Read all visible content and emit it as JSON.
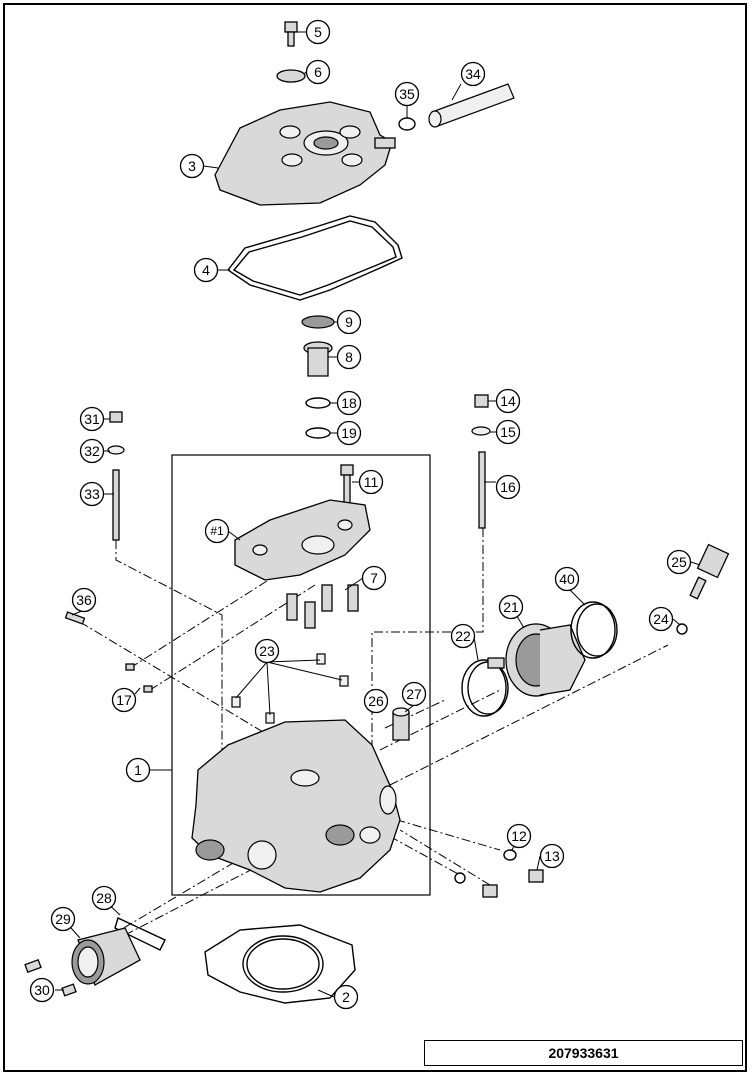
{
  "drawing_number": "207933631",
  "callouts": [
    {
      "id": "c1",
      "label": "1"
    },
    {
      "id": "c2",
      "label": "2"
    },
    {
      "id": "c3",
      "label": "3"
    },
    {
      "id": "c4",
      "label": "4"
    },
    {
      "id": "c5",
      "label": "5"
    },
    {
      "id": "c6",
      "label": "6"
    },
    {
      "id": "c7",
      "label": "7"
    },
    {
      "id": "c8",
      "label": "8"
    },
    {
      "id": "c9",
      "label": "9"
    },
    {
      "id": "c11",
      "label": "11"
    },
    {
      "id": "c12",
      "label": "12"
    },
    {
      "id": "c13",
      "label": "13"
    },
    {
      "id": "c14",
      "label": "14"
    },
    {
      "id": "c15",
      "label": "15"
    },
    {
      "id": "c16",
      "label": "16"
    },
    {
      "id": "c17",
      "label": "17"
    },
    {
      "id": "c18",
      "label": "18"
    },
    {
      "id": "c19",
      "label": "19"
    },
    {
      "id": "c21",
      "label": "21"
    },
    {
      "id": "c22",
      "label": "22"
    },
    {
      "id": "c23",
      "label": "23"
    },
    {
      "id": "c24",
      "label": "24"
    },
    {
      "id": "c25",
      "label": "25"
    },
    {
      "id": "c26",
      "label": "26"
    },
    {
      "id": "c27",
      "label": "27"
    },
    {
      "id": "c28",
      "label": "28"
    },
    {
      "id": "c29",
      "label": "29"
    },
    {
      "id": "c30",
      "label": "30"
    },
    {
      "id": "c31",
      "label": "31"
    },
    {
      "id": "c32",
      "label": "32"
    },
    {
      "id": "c33",
      "label": "33"
    },
    {
      "id": "c34",
      "label": "34"
    },
    {
      "id": "c35",
      "label": "35"
    },
    {
      "id": "c36",
      "label": "36"
    },
    {
      "id": "c40",
      "label": "40"
    },
    {
      "id": "c-h1",
      "label": "#1"
    }
  ]
}
